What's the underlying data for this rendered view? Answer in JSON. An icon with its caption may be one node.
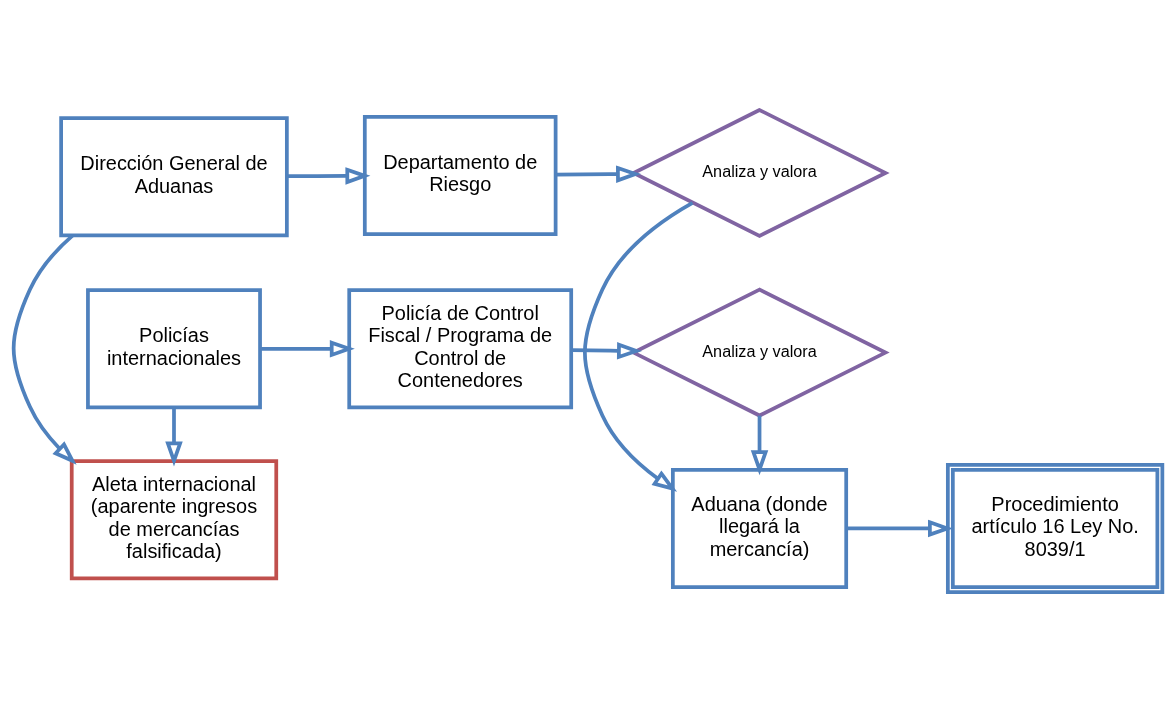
{
  "diagram": {
    "nodes": [
      {
        "text": [
          "Dirección General de Aduanas"
        ]
      },
      {
        "text": [
          "Departamento de Riesgo"
        ]
      },
      {
        "text": [
          "Analiza y valora"
        ]
      },
      {
        "text": [
          "Aleta internacional (aparente ingresos de mercancías falsificada)"
        ]
      },
      {
        "text": [
          "Aduana (donde llegará la mercancía)"
        ]
      },
      {
        "text": [
          "Procedimiento artículo 16 Ley No. 8039/1"
        ]
      },
      {
        "text": [
          "Policías internacionales"
        ]
      },
      {
        "text": [
          "Policía de Control Fiscal / Programa de Control de Contenedores"
        ]
      },
      {
        "text": [
          "Analiza y valora"
        ]
      }
    ],
    "edges": [
      {
        "from": 0,
        "to": 1,
        "arrow": "to"
      },
      {
        "from": 1,
        "to": 2,
        "arrow": "to"
      },
      {
        "from": 0,
        "to": 3,
        "arrow": "to"
      },
      {
        "from": 2,
        "to": 4,
        "arrow": "to"
      },
      {
        "from": 4,
        "to": 5,
        "arrow": "to"
      },
      {
        "from": 6,
        "to": 3,
        "arrow": "to"
      },
      {
        "from": 6,
        "to": 7,
        "arrow": "to"
      },
      {
        "from": 7,
        "to": 8,
        "arrow": "to"
      },
      {
        "from": 8,
        "to": 4,
        "arrow": "to"
      }
    ]
  }
}
